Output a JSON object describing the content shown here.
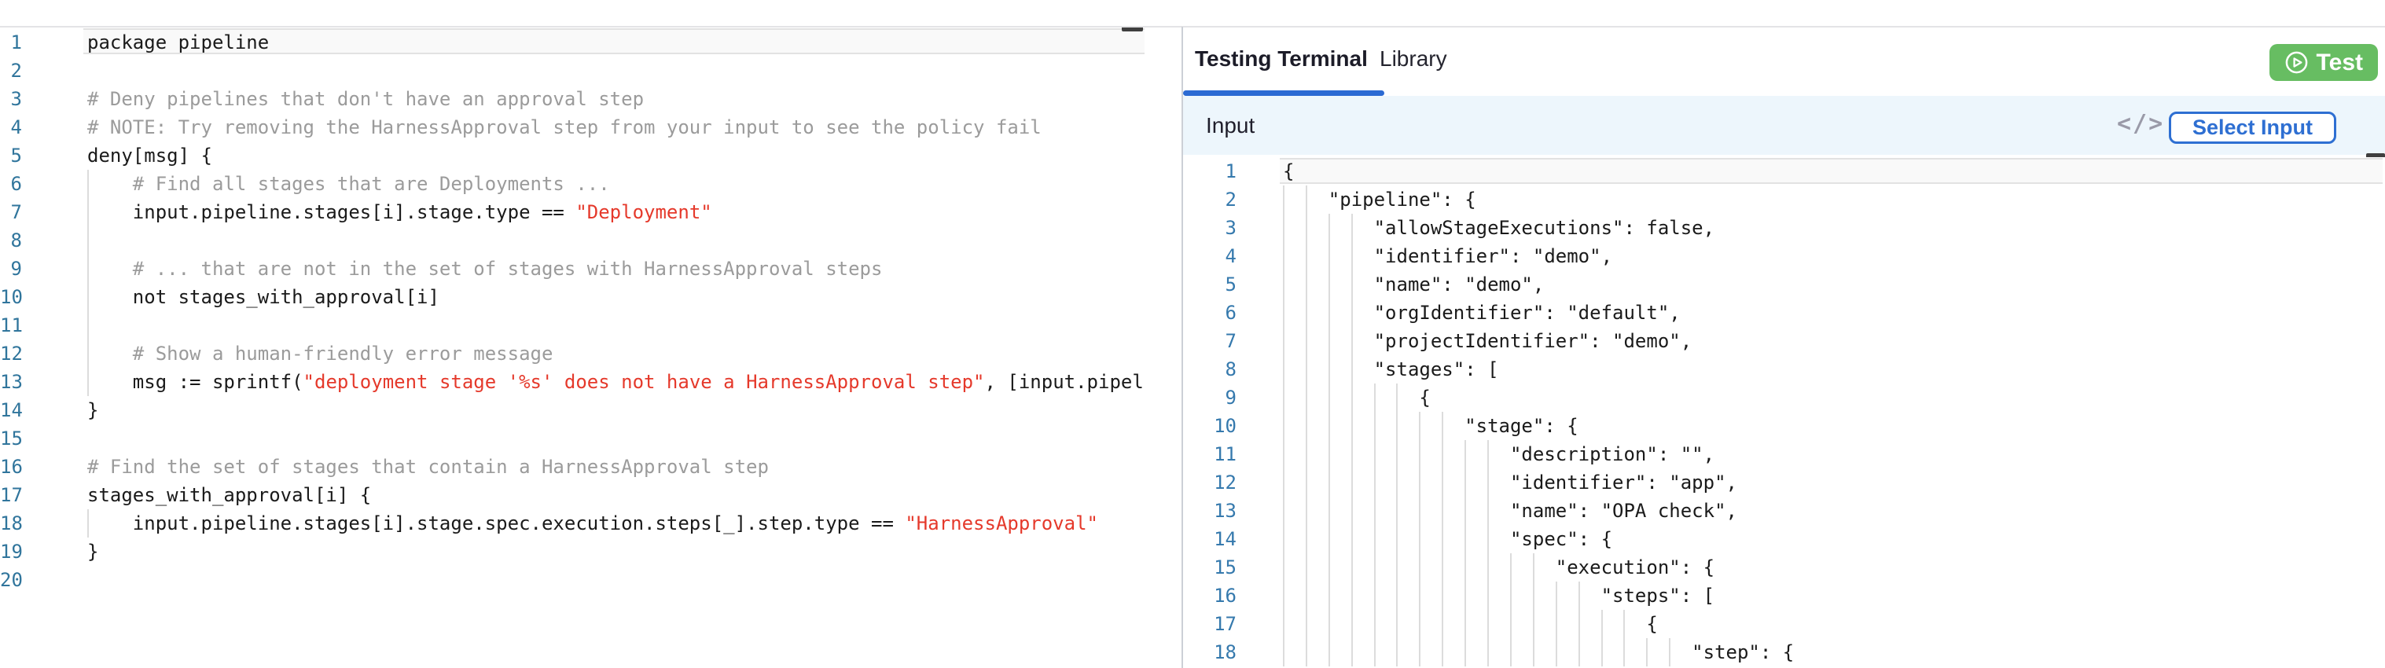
{
  "colors": {
    "tab_accent_blue": "#2b6ad3",
    "select_button_blue": "#2e6fd2",
    "test_button_green": "#67bd62",
    "string_red": "#e5392b",
    "comment_gray": "#9b9b9b",
    "line_number_blue": "#35799f",
    "input_header_bg": "#edf6fc"
  },
  "tabs": {
    "testing_terminal": "Testing Terminal",
    "library": "Library"
  },
  "test_button": {
    "label": "Test"
  },
  "input_panel": {
    "title": "Input",
    "code_icon": "</>",
    "select_button_label": "Select Input"
  },
  "policy_editor": {
    "language": "rego",
    "lines": [
      {
        "gi": 0,
        "seg": [
          {
            "t": "package pipeline",
            "c": "c"
          }
        ]
      },
      {
        "gi": 0,
        "seg": []
      },
      {
        "gi": 0,
        "seg": [
          {
            "t": "# Deny pipelines that don't have an approval step",
            "c": "m"
          }
        ]
      },
      {
        "gi": 0,
        "seg": [
          {
            "t": "# NOTE: Try removing the HarnessApproval step from your input to see the policy fail",
            "c": "m"
          }
        ]
      },
      {
        "gi": 0,
        "seg": [
          {
            "t": "deny[msg] {",
            "c": "c"
          }
        ]
      },
      {
        "gi": 4,
        "seg": [
          {
            "t": "    # Find all stages that are Deployments ...",
            "c": "m"
          }
        ]
      },
      {
        "gi": 4,
        "seg": [
          {
            "t": "    input.pipeline.stages[i].stage.type == ",
            "c": "c"
          },
          {
            "t": "\"Deployment\"",
            "c": "s"
          }
        ]
      },
      {
        "gi": 4,
        "seg": []
      },
      {
        "gi": 4,
        "seg": [
          {
            "t": "    # ... that are not in the set of stages with HarnessApproval steps",
            "c": "m"
          }
        ]
      },
      {
        "gi": 4,
        "seg": [
          {
            "t": "    not stages_with_approval[i]",
            "c": "c"
          }
        ]
      },
      {
        "gi": 4,
        "seg": []
      },
      {
        "gi": 4,
        "seg": [
          {
            "t": "    # Show a human-friendly error message",
            "c": "m"
          }
        ]
      },
      {
        "gi": 4,
        "seg": [
          {
            "t": "    msg := sprintf(",
            "c": "c"
          },
          {
            "t": "\"deployment stage '%s' does not have a HarnessApproval step\"",
            "c": "s"
          },
          {
            "t": ", [input.pipel",
            "c": "c"
          }
        ]
      },
      {
        "gi": 0,
        "seg": [
          {
            "t": "}",
            "c": "c"
          }
        ]
      },
      {
        "gi": 0,
        "seg": []
      },
      {
        "gi": 0,
        "seg": [
          {
            "t": "# Find the set of stages that contain a HarnessApproval step",
            "c": "m"
          }
        ]
      },
      {
        "gi": 0,
        "seg": [
          {
            "t": "stages_with_approval[i] {",
            "c": "c"
          }
        ]
      },
      {
        "gi": 4,
        "seg": [
          {
            "t": "    input.pipeline.stages[i].stage.spec.execution.steps[_].step.type == ",
            "c": "c"
          },
          {
            "t": "\"HarnessApproval\"",
            "c": "s"
          }
        ]
      },
      {
        "gi": 0,
        "seg": [
          {
            "t": "}",
            "c": "c"
          }
        ]
      },
      {
        "gi": 0,
        "seg": []
      }
    ]
  },
  "input_editor": {
    "language": "json",
    "lines": [
      {
        "gi": 0,
        "t": "{"
      },
      {
        "gi": 4,
        "t": "    \"pipeline\": {"
      },
      {
        "gi": 8,
        "t": "        \"allowStageExecutions\": false,"
      },
      {
        "gi": 8,
        "t": "        \"identifier\": \"demo\","
      },
      {
        "gi": 8,
        "t": "        \"name\": \"demo\","
      },
      {
        "gi": 8,
        "t": "        \"orgIdentifier\": \"default\","
      },
      {
        "gi": 8,
        "t": "        \"projectIdentifier\": \"demo\","
      },
      {
        "gi": 8,
        "t": "        \"stages\": ["
      },
      {
        "gi": 12,
        "t": "            {"
      },
      {
        "gi": 16,
        "t": "                \"stage\": {"
      },
      {
        "gi": 20,
        "t": "                    \"description\": \"\","
      },
      {
        "gi": 20,
        "t": "                    \"identifier\": \"app\","
      },
      {
        "gi": 20,
        "t": "                    \"name\": \"OPA check\","
      },
      {
        "gi": 20,
        "t": "                    \"spec\": {"
      },
      {
        "gi": 24,
        "t": "                        \"execution\": {"
      },
      {
        "gi": 28,
        "t": "                            \"steps\": ["
      },
      {
        "gi": 32,
        "t": "                                {"
      },
      {
        "gi": 36,
        "t": "                                    \"step\": {"
      }
    ]
  }
}
